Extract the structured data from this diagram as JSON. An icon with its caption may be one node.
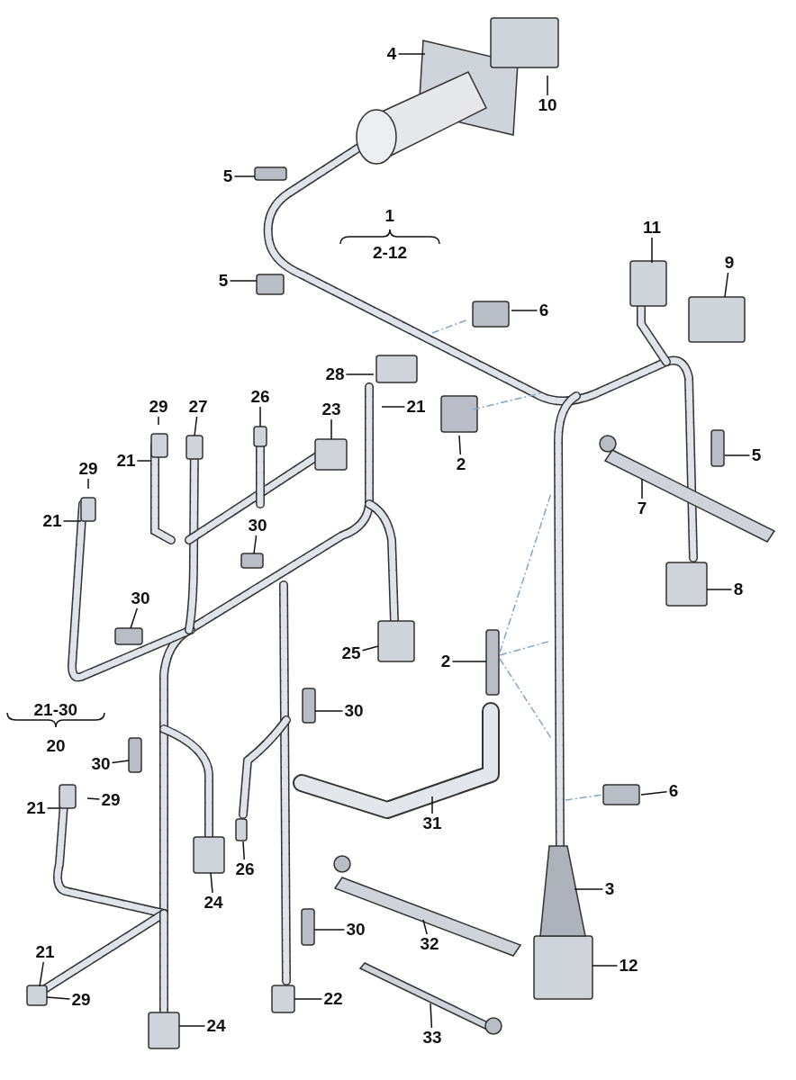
{
  "diagram": {
    "nodes": [
      {
        "text": [
          "4"
        ]
      },
      {
        "text": [
          "10"
        ]
      },
      {
        "text": [
          "5"
        ]
      },
      {
        "text": [
          "5"
        ]
      },
      {
        "text": [
          "11"
        ]
      },
      {
        "text": [
          "9"
        ]
      },
      {
        "text": [
          "6"
        ]
      },
      {
        "text": [
          "28"
        ]
      },
      {
        "text": [
          "21"
        ]
      },
      {
        "text": [
          "29"
        ]
      },
      {
        "text": [
          "27"
        ]
      },
      {
        "text": [
          "26"
        ]
      },
      {
        "text": [
          "23"
        ]
      },
      {
        "text": [
          "2"
        ]
      },
      {
        "text": [
          "5"
        ]
      },
      {
        "text": [
          "21"
        ]
      },
      {
        "text": [
          "29"
        ]
      },
      {
        "text": [
          "7"
        ]
      },
      {
        "text": [
          "21"
        ]
      },
      {
        "text": [
          "30"
        ]
      },
      {
        "text": [
          "8"
        ]
      },
      {
        "text": [
          "30"
        ]
      },
      {
        "text": [
          "25"
        ]
      },
      {
        "text": [
          "2"
        ]
      },
      {
        "text": [
          "30"
        ]
      },
      {
        "text": [
          "30"
        ]
      },
      {
        "text": [
          "21"
        ]
      },
      {
        "text": [
          "29"
        ]
      },
      {
        "text": [
          "6"
        ]
      },
      {
        "text": [
          "31"
        ]
      },
      {
        "text": [
          "26"
        ]
      },
      {
        "text": [
          "3"
        ]
      },
      {
        "text": [
          "24"
        ]
      },
      {
        "text": [
          "30"
        ]
      },
      {
        "text": [
          "32"
        ]
      },
      {
        "text": [
          "12"
        ]
      },
      {
        "text": [
          "21"
        ]
      },
      {
        "text": [
          "29"
        ]
      },
      {
        "text": [
          "22"
        ]
      },
      {
        "text": [
          "24"
        ]
      },
      {
        "text": [
          "33"
        ]
      }
    ],
    "edges": [
      {
        "from": 0,
        "to": null,
        "arrow": "none"
      },
      {
        "from": 1,
        "to": null,
        "arrow": "none"
      },
      {
        "from": 2,
        "to": null,
        "arrow": "none"
      },
      {
        "from": 3,
        "to": null,
        "arrow": "none"
      },
      {
        "from": 4,
        "to": null,
        "arrow": "none"
      },
      {
        "from": 5,
        "to": null,
        "arrow": "none"
      },
      {
        "from": 6,
        "to": null,
        "arrow": "none"
      },
      {
        "from": 7,
        "to": null,
        "arrow": "none"
      },
      {
        "from": 8,
        "to": null,
        "arrow": "none"
      },
      {
        "from": 9,
        "to": null,
        "arrow": "none"
      },
      {
        "from": 10,
        "to": null,
        "arrow": "none"
      },
      {
        "from": 11,
        "to": null,
        "arrow": "none"
      },
      {
        "from": 12,
        "to": null,
        "arrow": "none"
      },
      {
        "from": 13,
        "to": null,
        "arrow": "none"
      },
      {
        "from": 14,
        "to": null,
        "arrow": "none"
      },
      {
        "from": 15,
        "to": null,
        "arrow": "none"
      },
      {
        "from": 16,
        "to": null,
        "arrow": "none"
      },
      {
        "from": 17,
        "to": null,
        "arrow": "none"
      },
      {
        "from": 18,
        "to": null,
        "arrow": "none"
      },
      {
        "from": 19,
        "to": null,
        "arrow": "none"
      },
      {
        "from": 20,
        "to": null,
        "arrow": "none"
      },
      {
        "from": 21,
        "to": null,
        "arrow": "none"
      },
      {
        "from": 22,
        "to": null,
        "arrow": "none"
      },
      {
        "from": 23,
        "to": null,
        "arrow": "none"
      },
      {
        "from": 24,
        "to": null,
        "arrow": "none"
      },
      {
        "from": 25,
        "to": null,
        "arrow": "none"
      },
      {
        "from": 26,
        "to": null,
        "arrow": "none"
      },
      {
        "from": 27,
        "to": null,
        "arrow": "none"
      },
      {
        "from": 28,
        "to": null,
        "arrow": "none"
      },
      {
        "from": 29,
        "to": null,
        "arrow": "none"
      },
      {
        "from": 30,
        "to": null,
        "arrow": "none"
      },
      {
        "from": 31,
        "to": null,
        "arrow": "none"
      },
      {
        "from": 32,
        "to": null,
        "arrow": "none"
      },
      {
        "from": 33,
        "to": null,
        "arrow": "none"
      },
      {
        "from": 34,
        "to": null,
        "arrow": "none"
      },
      {
        "from": 35,
        "to": null,
        "arrow": "none"
      },
      {
        "from": 36,
        "to": null,
        "arrow": "none"
      },
      {
        "from": 37,
        "to": null,
        "arrow": "none"
      },
      {
        "from": 38,
        "to": null,
        "arrow": "none"
      },
      {
        "from": 39,
        "to": null,
        "arrow": "none"
      },
      {
        "from": 40,
        "to": null,
        "arrow": "none"
      }
    ],
    "labels": [
      "1",
      "2-12",
      "21-30",
      "20"
    ]
  }
}
